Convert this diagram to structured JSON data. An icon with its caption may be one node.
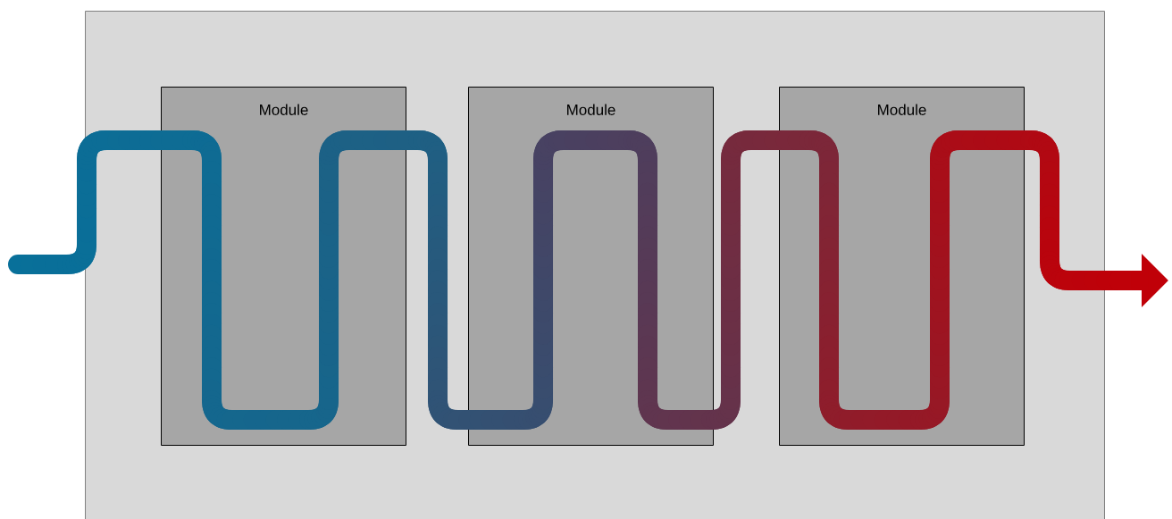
{
  "diagram": {
    "nodes": [
      {
        "text": [],
        "shape": "box"
      },
      {
        "text": [
          "Module"
        ],
        "in": 0
      },
      {
        "text": [
          "Module"
        ],
        "in": 0
      },
      {
        "text": [
          "Module"
        ],
        "in": 0
      }
    ]
  }
}
